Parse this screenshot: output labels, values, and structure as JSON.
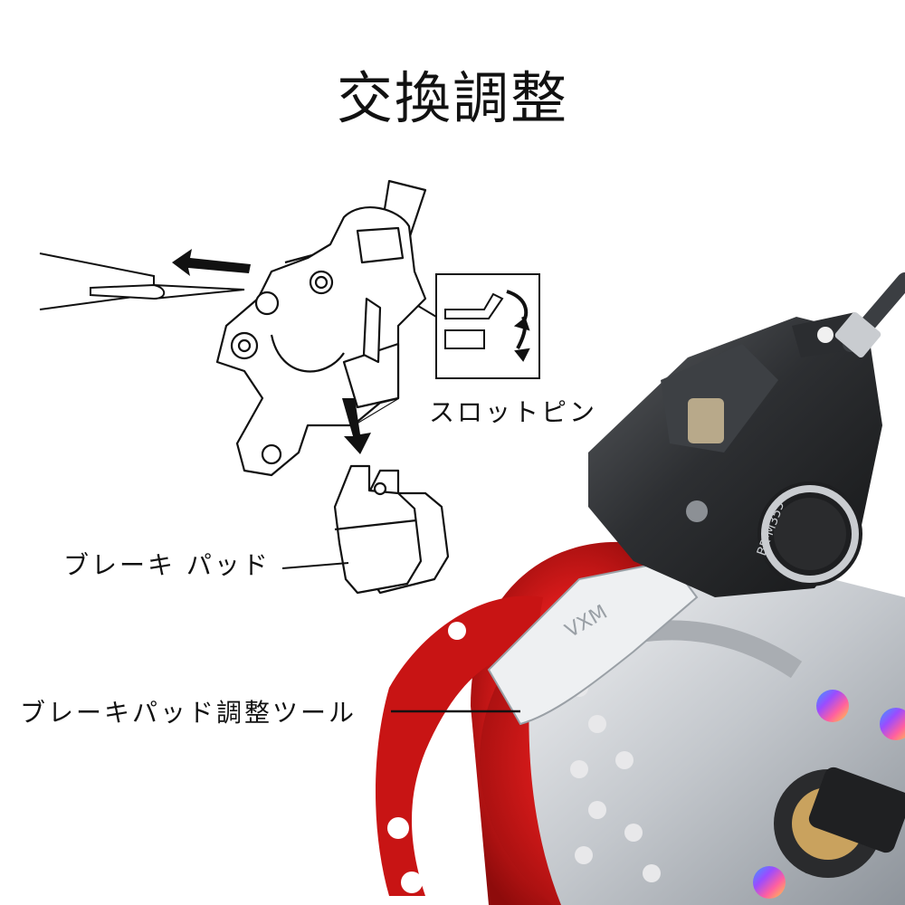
{
  "title": "交換調整",
  "labels": {
    "slot_pin": "スロットピン",
    "brake_pad": "ブレーキ パッド",
    "adjust_tool": "ブレーキパッド調整ツール"
  },
  "product": {
    "model_text": "BR-M355",
    "tool_text": "VXM"
  },
  "colors": {
    "hub_red": "#d61a1a",
    "caliper_black": "#2a2a2a",
    "rotor_silver": "#c9ccd0",
    "line": "#111111"
  }
}
